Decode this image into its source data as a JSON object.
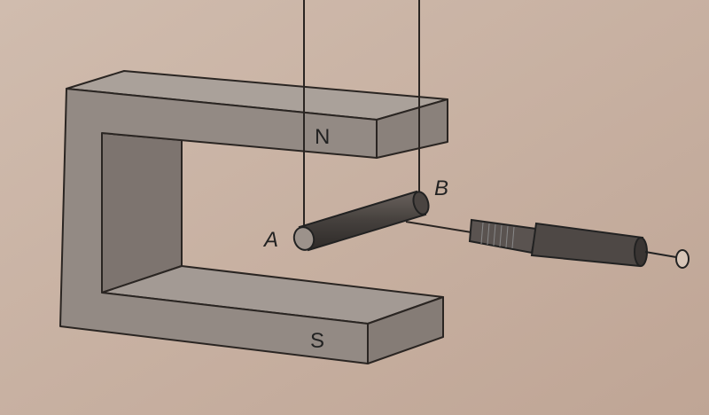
{
  "labels": {
    "north": "N",
    "south": "S",
    "a": "A",
    "b": "B"
  },
  "colors": {
    "paper": "#c9b2a3",
    "face": "#958c86",
    "top": "#a59c95",
    "dark": "#6e6560",
    "rod": "#4a4441",
    "line": "#2a2522"
  }
}
